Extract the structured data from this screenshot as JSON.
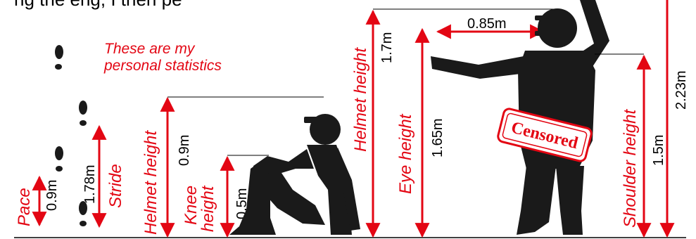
{
  "headline_fragment": "ng the eng, I then pe",
  "note": [
    "These are my",
    "personal statistics"
  ],
  "stamp": "Censored",
  "labels": {
    "pace_name": "Pace",
    "pace_value": "0.9m",
    "stride_name": "Stride",
    "stride_value": "1.78m",
    "sit_helmet_name": "Helmet height",
    "sit_helmet_value": "0.9m",
    "knee_name_1": "Knee",
    "knee_name_2": "height",
    "knee_value": "0.5m",
    "stand_helmet_name": "Helmet height",
    "stand_helmet_value": "1.7m",
    "eye_name": "Eye height",
    "eye_value": "1.65m",
    "arm_value": "0.85m",
    "shoulder_name": "Shoulder height",
    "shoulder_value": "1.5m",
    "reach_value": "2.23m"
  },
  "colors": {
    "accent": "#e30613",
    "figure": "#1a1a1a"
  },
  "icons": [
    "footprint-icon"
  ]
}
